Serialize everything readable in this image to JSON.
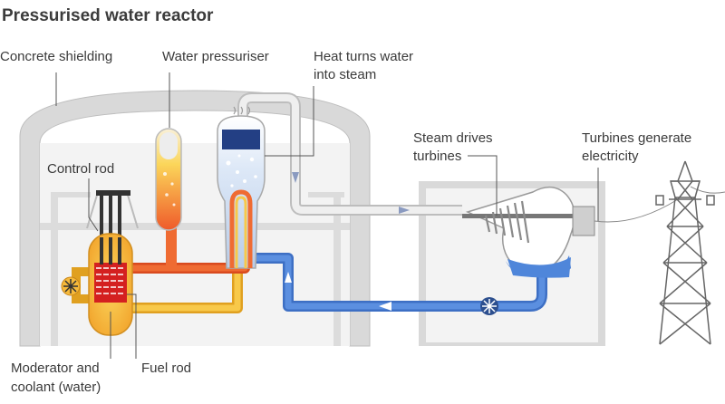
{
  "title": "Pressurised water reactor",
  "labels": {
    "concrete_shielding": "Concrete shielding",
    "water_pressuriser": "Water pressuriser",
    "heat_turns_water_line1": "Heat turns water",
    "heat_turns_water_line2": "into steam",
    "control_rod": "Control rod",
    "steam_drives_line1": "Steam drives",
    "steam_drives_line2": "turbines",
    "turbines_generate_line1": "Turbines generate",
    "turbines_generate_line2": "electricity",
    "moderator_line1": "Moderator and",
    "moderator_line2": "coolant (water)",
    "fuel_rod": "Fuel rod"
  },
  "colors": {
    "shielding": "#dcdcdc",
    "shielding_stroke": "#b8b8b8",
    "hot_loop": "#ee5a2a",
    "warm_loop": "#f6b93b",
    "cold_loop": "#4a7fd4",
    "steam_pipe": "#e4e4e4",
    "fuel_rod": "#e02020",
    "label_line": "#555555"
  }
}
